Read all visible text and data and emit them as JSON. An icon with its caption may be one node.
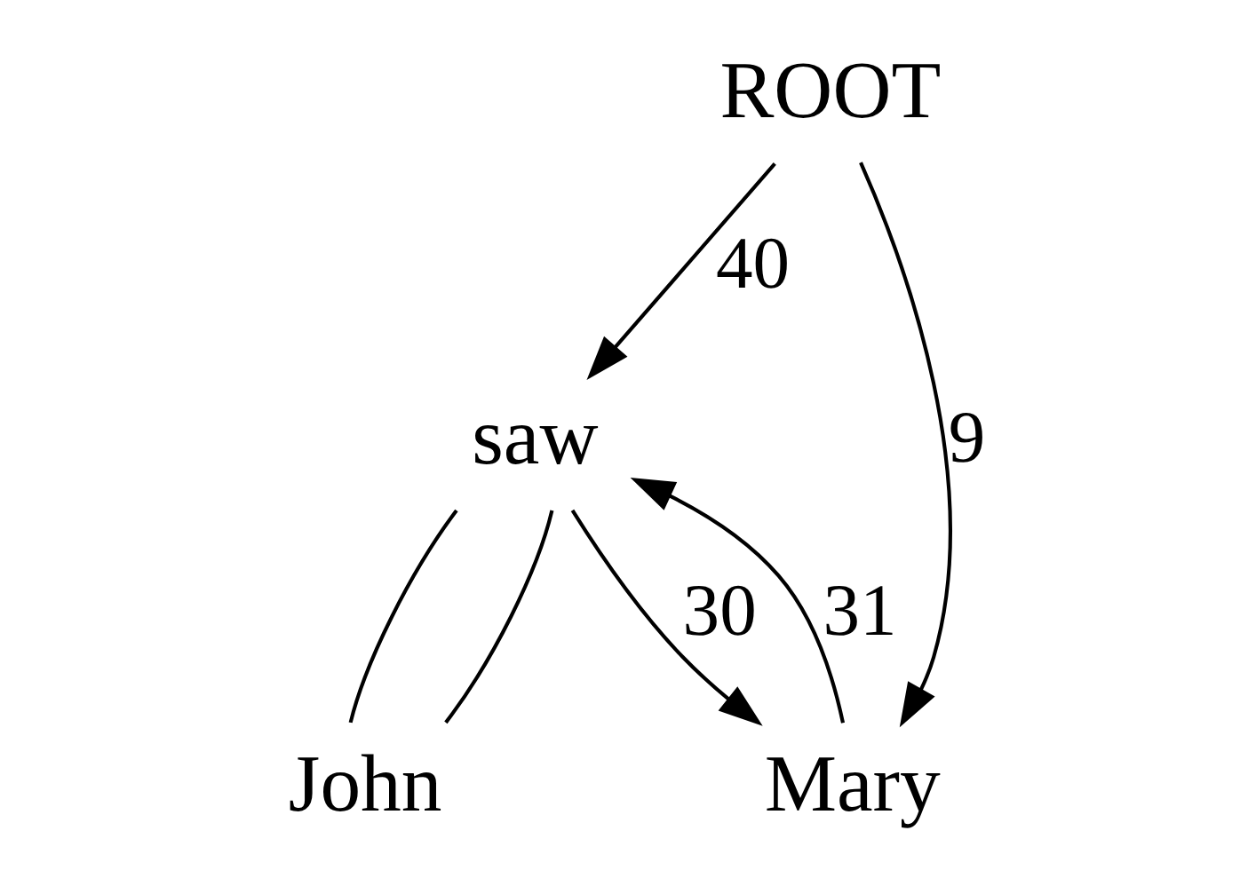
{
  "diagram": {
    "nodes": [
      {
        "text": [
          "ROOT"
        ]
      },
      {
        "text": [
          "saw"
        ]
      },
      {
        "text": [
          "John"
        ]
      },
      {
        "text": [
          "Mary"
        ]
      }
    ],
    "edges": [
      {
        "from": 0,
        "to": 3,
        "arrow": "to",
        "label": "9"
      },
      {
        "from": 0,
        "to": 1,
        "arrow": "to",
        "label": "40"
      },
      {
        "from": 1,
        "to": 3,
        "arrow": "to",
        "label": "30"
      },
      {
        "from": 3,
        "to": 1,
        "arrow": "to",
        "label": "31"
      },
      {
        "from": 2,
        "to": 1,
        "arrow": "none"
      },
      {
        "from": 2,
        "to": 1,
        "arrow": "none"
      }
    ]
  }
}
